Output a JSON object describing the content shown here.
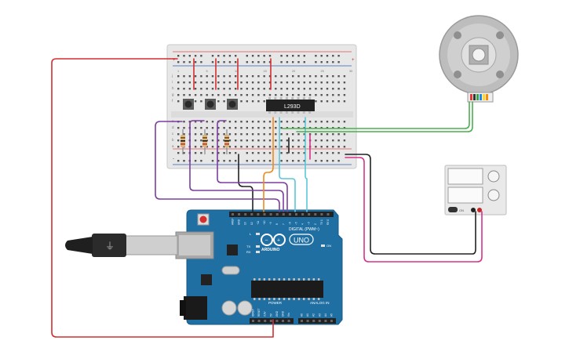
{
  "breadboard": {
    "row_letters_top": [
      "j",
      "i",
      "h",
      "g",
      "f"
    ],
    "row_letters_bottom": [
      "e",
      "d",
      "c",
      "b",
      "a"
    ],
    "col_numbers": [
      "1",
      "5",
      "10",
      "15",
      "20",
      "25",
      "30"
    ],
    "rail_plus": "+",
    "rail_minus": "-"
  },
  "ic": {
    "label": "L293D"
  },
  "arduino": {
    "logo_text": "ARDUINO",
    "model": "UNO",
    "digital_label": "DIGITAL (PWM~)",
    "analog_label": "ANALOG IN",
    "power_label": "POWER",
    "on_label": "ON",
    "l_label": "L",
    "tx_label": "TX",
    "rx_label": "RX",
    "digital_pins": [
      "AREF",
      "GND",
      "13",
      "12",
      "~11",
      "~10",
      "~9",
      "8",
      "7",
      "~6",
      "~5",
      "4",
      "~3",
      "2",
      "TX 1",
      "RX 0"
    ],
    "power_pins": [
      "IOREF",
      "RESET",
      "3.3V",
      "5V",
      "GND",
      "GND",
      "Vin"
    ],
    "analog_pins": [
      "A0",
      "A1",
      "A2",
      "A3",
      "A4",
      "A5"
    ]
  },
  "power_supply": {
    "knob_label": "ON"
  },
  "colors": {
    "wire_red": "#d32f2f",
    "wire_black": "#222222",
    "wire_purple": "#7b3fa0",
    "wire_orange": "#f08a1c",
    "wire_cyan": "#5bc7d8",
    "wire_green": "#4caf50",
    "wire_magenta": "#d6338a",
    "arduino_blue": "#1f6fa3"
  }
}
